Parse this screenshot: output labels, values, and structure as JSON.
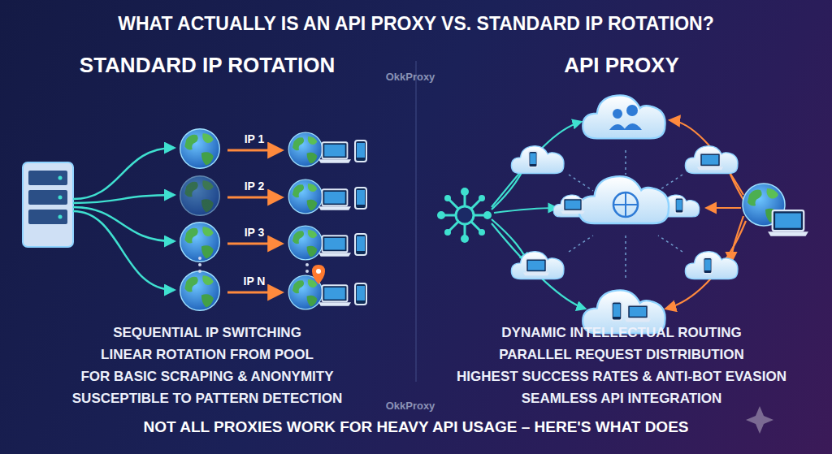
{
  "diagram": {
    "title": "WHAT ACTUALLY IS AN API PROXY VS. STANDARD IP ROTATION?",
    "caption": "NOT ALL PROXIES WORK FOR HEAVY API USAGE – HERE'S WHAT DOES",
    "labels": [
      "STANDARD IP ROTATION",
      "API PROXY",
      "OkkProxy",
      "IP 1",
      "IP 2",
      "IP 3",
      "IP N",
      "SEQUENTIAL IP SWITCHING",
      "LINEAR ROTATION FROM POOL",
      "FOR BASIC SCRAPING & ANONYMITY",
      "SUSCEPTIBLE TO PATTERN DETECTION",
      "DYNAMIC INTELLECTUAL ROUTING",
      "PARALLEL REQUEST DISTRIBUTION",
      "HIGHEST SUCCESS RATES & ANTI-BOT EVASION",
      "SEAMLESS API INTEGRATION",
      "OkkProxy"
    ]
  }
}
